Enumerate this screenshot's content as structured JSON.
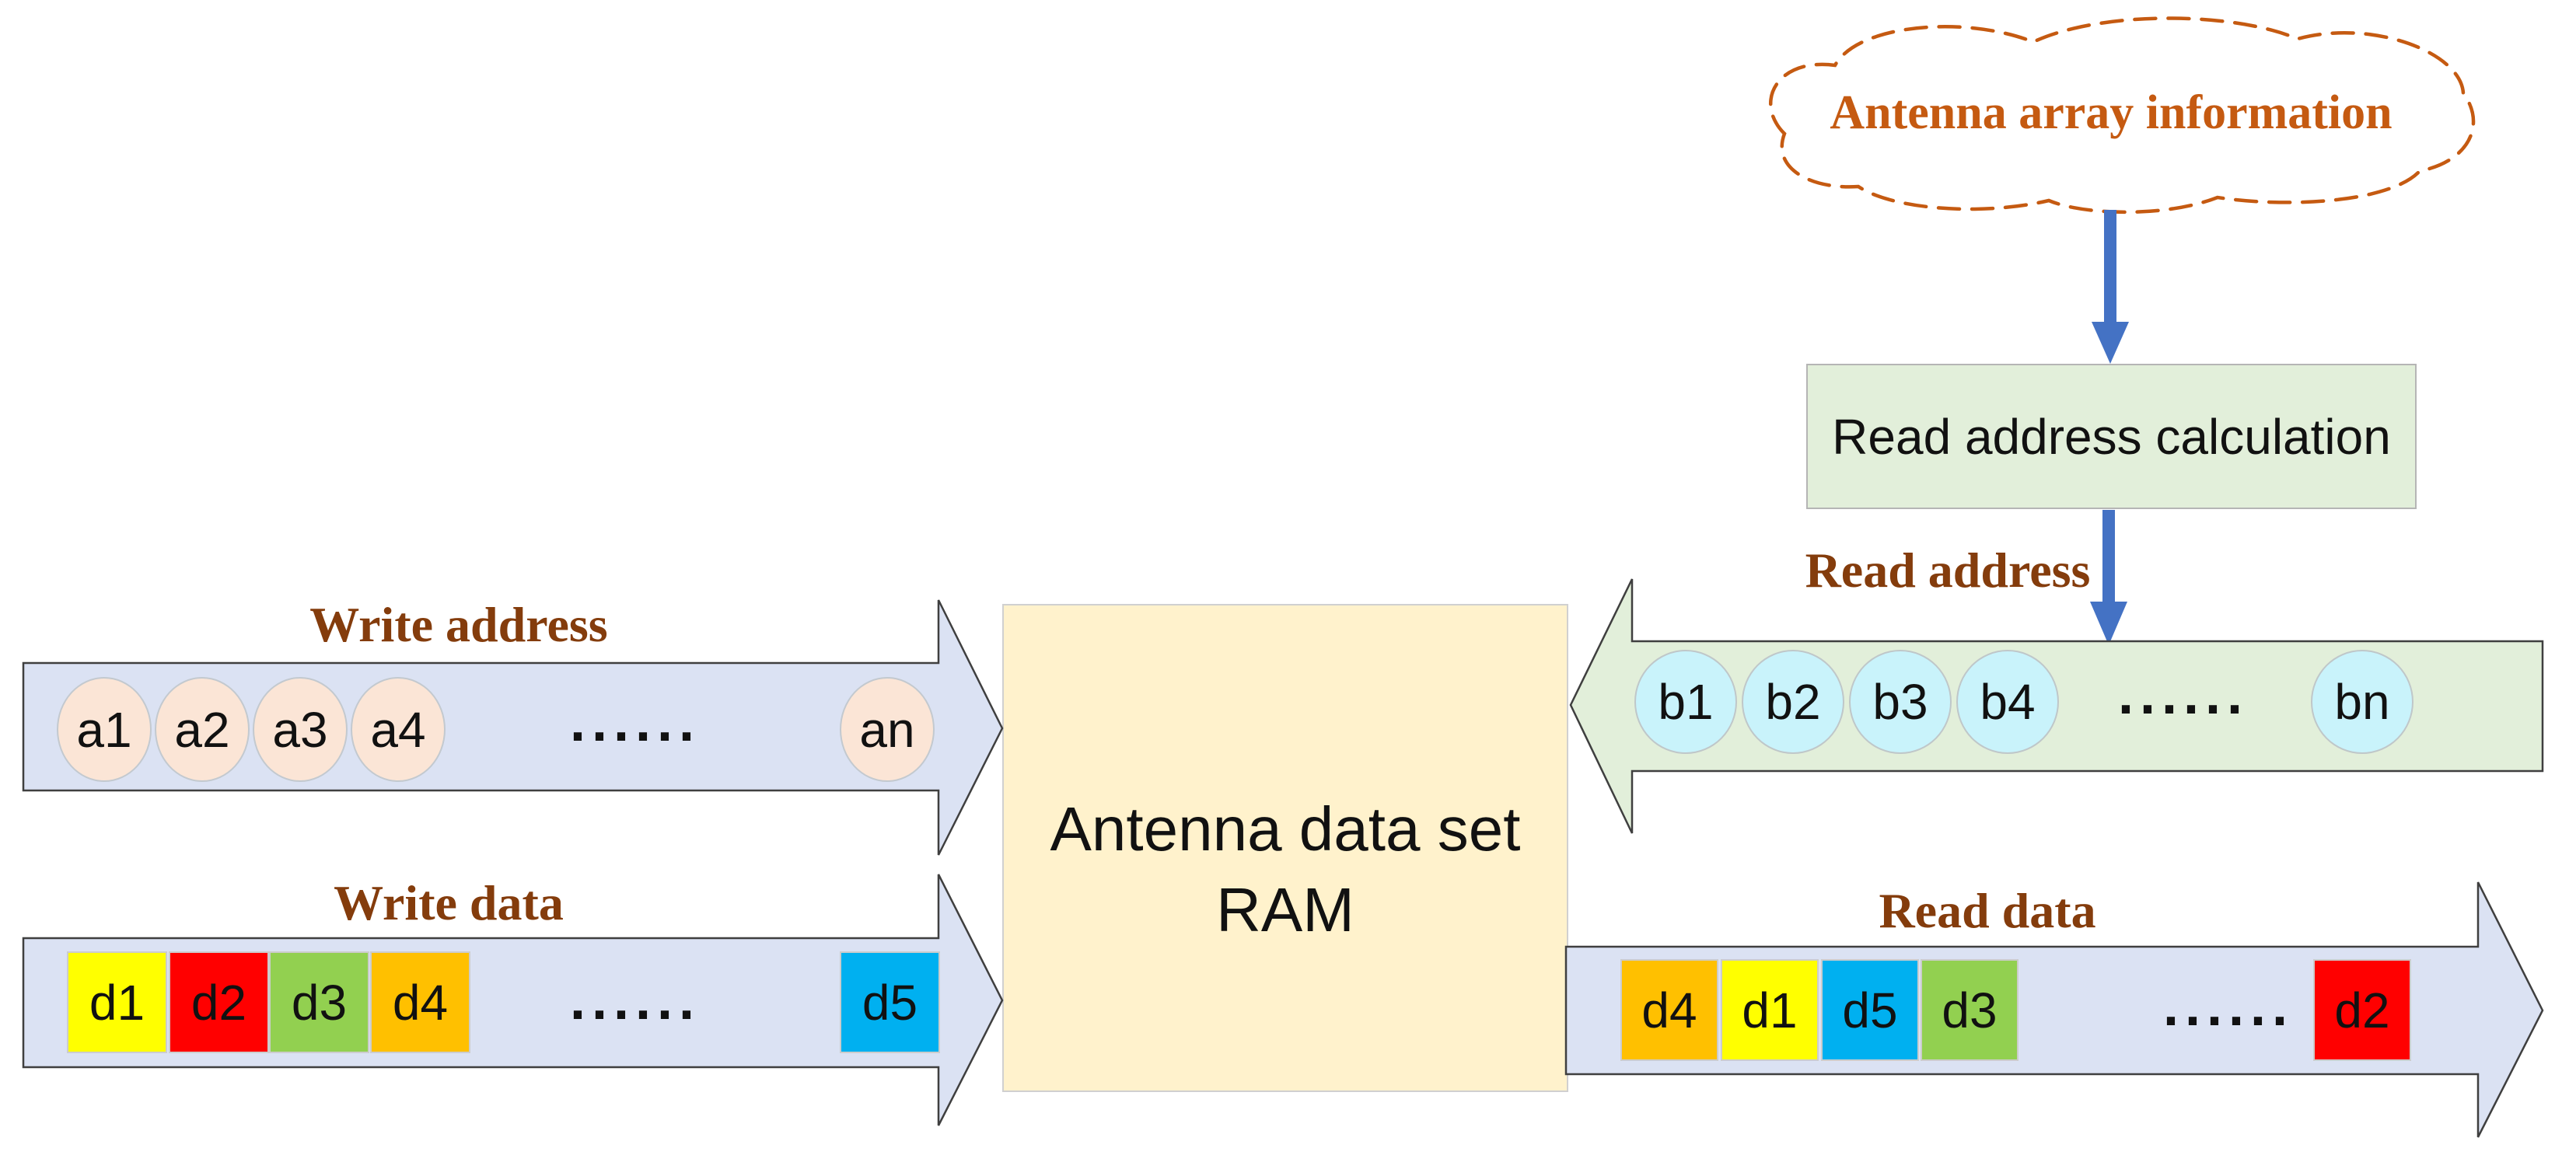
{
  "colors": {
    "connector_blue": "#4472C4",
    "label_brown": "#843C0C",
    "cloud_orange": "#C55A11",
    "lavender_band": "#DBE2F3",
    "green_band": "#E2EFDA",
    "peach_cell": "#FBE5D6",
    "cyan_cell": "#C9F3FB",
    "ram_yellow": "#FFF2CC"
  },
  "cloud": {
    "label": "Antenna array information"
  },
  "calc_box": {
    "label": "Read address calculation"
  },
  "ram_box": {
    "line1": "Antenna data set",
    "line2": "RAM"
  },
  "write_address": {
    "title": "Write address",
    "cells": [
      "a1",
      "a2",
      "a3",
      "a4"
    ],
    "ellipsis": "......",
    "last": "an"
  },
  "read_address": {
    "title": "Read address",
    "cells": [
      "b1",
      "b2",
      "b3",
      "b4"
    ],
    "ellipsis": "......",
    "last": "bn"
  },
  "write_data": {
    "title": "Write data",
    "cells": [
      {
        "label": "d1",
        "color": "#FFFF00"
      },
      {
        "label": "d2",
        "color": "#FF0000"
      },
      {
        "label": "d3",
        "color": "#92D050"
      },
      {
        "label": "d4",
        "color": "#FFC000"
      }
    ],
    "ellipsis": "......",
    "last": {
      "label": "d5",
      "color": "#00B0F0"
    }
  },
  "read_data": {
    "title": "Read data",
    "cells": [
      {
        "label": "d4",
        "color": "#FFC000"
      },
      {
        "label": "d1",
        "color": "#FFFF00"
      },
      {
        "label": "d5",
        "color": "#00B0F0"
      },
      {
        "label": "d3",
        "color": "#92D050"
      }
    ],
    "ellipsis": "......",
    "last": {
      "label": "d2",
      "color": "#FF0000"
    }
  }
}
